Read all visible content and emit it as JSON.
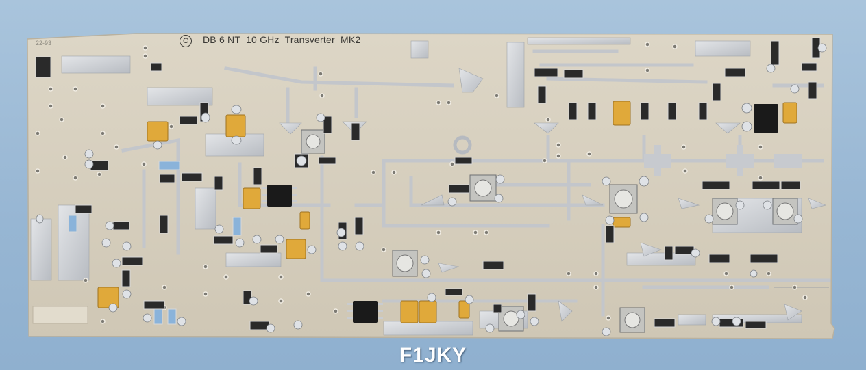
{
  "board": {
    "copyright_symbol": "C",
    "title": "DB 6 NT  10 GHz  Transverter  MK2",
    "corner_mark": "22-93"
  },
  "caption": "F1JKY",
  "colors": {
    "background": "#9dbbd6",
    "substrate": "#d6cfc0",
    "copper": "#c9ccd0",
    "tantalum": "#e0a93a",
    "ic": "#1a1a1a"
  }
}
